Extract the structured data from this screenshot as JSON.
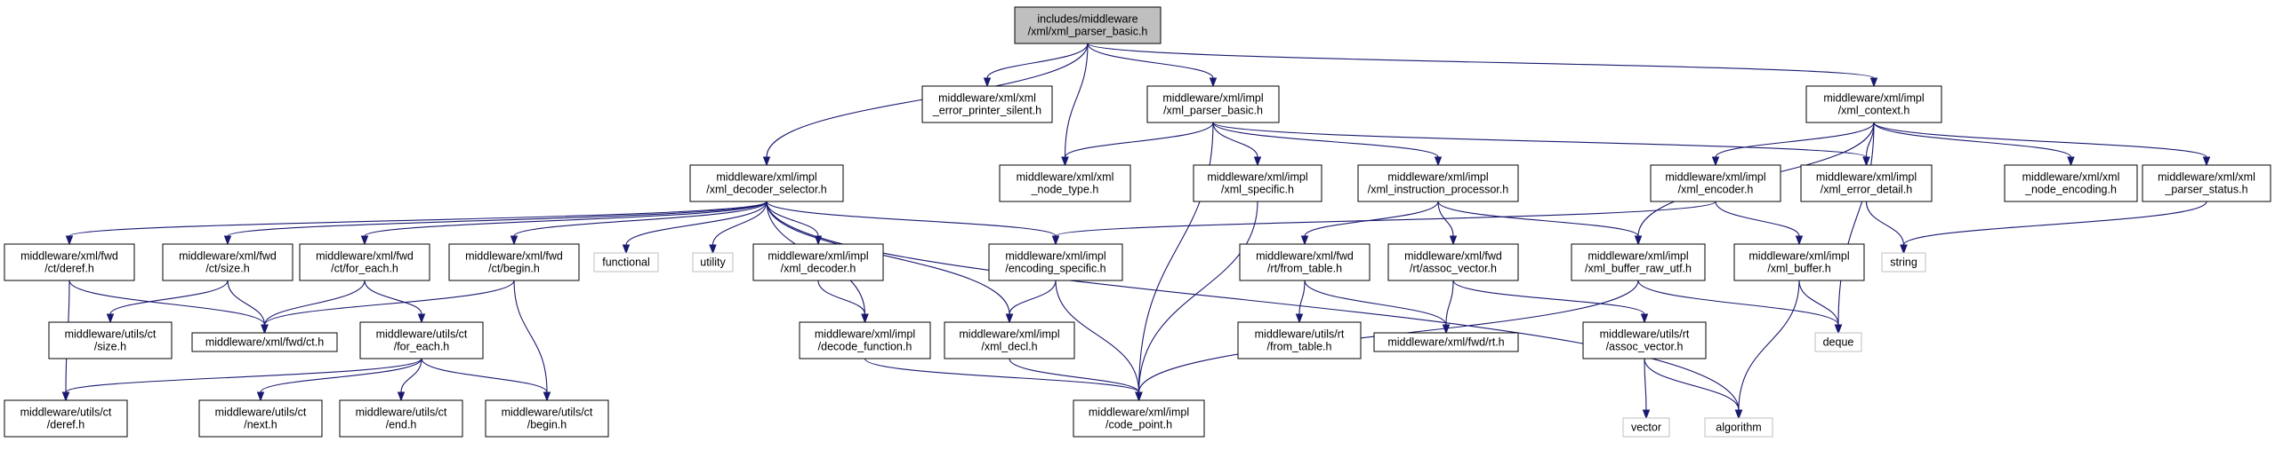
{
  "edge_color": "#191970",
  "root_fill": "#bfbfbf",
  "external_border": "#bfbfbf",
  "nodes": [
    {
      "id": "root",
      "lines": [
        "includes/middleware",
        "/xml/xml_parser_basic.h"
      ],
      "kind": "root"
    },
    {
      "id": "error_printer_silent",
      "lines": [
        "middleware/xml/xml",
        "_error_printer_silent.h"
      ],
      "kind": "normal"
    },
    {
      "id": "impl_parser_basic",
      "lines": [
        "middleware/xml/impl",
        "/xml_parser_basic.h"
      ],
      "kind": "normal"
    },
    {
      "id": "impl_context",
      "lines": [
        "middleware/xml/impl",
        "/xml_context.h"
      ],
      "kind": "normal"
    },
    {
      "id": "decoder_selector",
      "lines": [
        "middleware/xml/impl",
        "/xml_decoder_selector.h"
      ],
      "kind": "normal"
    },
    {
      "id": "node_type",
      "lines": [
        "middleware/xml/xml",
        "_node_type.h"
      ],
      "kind": "normal"
    },
    {
      "id": "xml_specific",
      "lines": [
        "middleware/xml/impl",
        "/xml_specific.h"
      ],
      "kind": "normal"
    },
    {
      "id": "instruction_processor",
      "lines": [
        "middleware/xml/impl",
        "/xml_instruction_processor.h"
      ],
      "kind": "normal"
    },
    {
      "id": "xml_encoder",
      "lines": [
        "middleware/xml/impl",
        "/xml_encoder.h"
      ],
      "kind": "normal"
    },
    {
      "id": "error_detail",
      "lines": [
        "middleware/xml/impl",
        "/xml_error_detail.h"
      ],
      "kind": "normal"
    },
    {
      "id": "node_encoding",
      "lines": [
        "middleware/xml/xml",
        "_node_encoding.h"
      ],
      "kind": "normal"
    },
    {
      "id": "parser_status",
      "lines": [
        "middleware/xml/xml",
        "_parser_status.h"
      ],
      "kind": "normal"
    },
    {
      "id": "fwd_deref",
      "lines": [
        "middleware/xml/fwd",
        "/ct/deref.h"
      ],
      "kind": "normal"
    },
    {
      "id": "fwd_size",
      "lines": [
        "middleware/xml/fwd",
        "/ct/size.h"
      ],
      "kind": "normal"
    },
    {
      "id": "fwd_for_each",
      "lines": [
        "middleware/xml/fwd",
        "/ct/for_each.h"
      ],
      "kind": "normal"
    },
    {
      "id": "fwd_begin",
      "lines": [
        "middleware/xml/fwd",
        "/ct/begin.h"
      ],
      "kind": "normal"
    },
    {
      "id": "functional",
      "lines": [
        "functional"
      ],
      "kind": "external"
    },
    {
      "id": "utility",
      "lines": [
        "utility"
      ],
      "kind": "external"
    },
    {
      "id": "xml_decoder",
      "lines": [
        "middleware/xml/impl",
        "/xml_decoder.h"
      ],
      "kind": "normal"
    },
    {
      "id": "encoding_specific",
      "lines": [
        "middleware/xml/impl",
        "/encoding_specific.h"
      ],
      "kind": "normal"
    },
    {
      "id": "fwd_from_table",
      "lines": [
        "middleware/xml/fwd",
        "/rt/from_table.h"
      ],
      "kind": "normal"
    },
    {
      "id": "fwd_assoc_vector",
      "lines": [
        "middleware/xml/fwd",
        "/rt/assoc_vector.h"
      ],
      "kind": "normal"
    },
    {
      "id": "buffer_raw_utf",
      "lines": [
        "middleware/xml/impl",
        "/xml_buffer_raw_utf.h"
      ],
      "kind": "normal"
    },
    {
      "id": "xml_buffer",
      "lines": [
        "middleware/xml/impl",
        "/xml_buffer.h"
      ],
      "kind": "normal"
    },
    {
      "id": "string",
      "lines": [
        "string"
      ],
      "kind": "external"
    },
    {
      "id": "utils_ct_size",
      "lines": [
        "middleware/utils/ct",
        "/size.h"
      ],
      "kind": "normal"
    },
    {
      "id": "fwd_ct",
      "lines": [
        "middleware/xml/fwd/ct.h"
      ],
      "kind": "normal"
    },
    {
      "id": "utils_ct_for_each",
      "lines": [
        "middleware/utils/ct",
        "/for_each.h"
      ],
      "kind": "normal"
    },
    {
      "id": "decode_function",
      "lines": [
        "middleware/xml/impl",
        "/decode_function.h"
      ],
      "kind": "normal"
    },
    {
      "id": "xml_decl",
      "lines": [
        "middleware/xml/impl",
        "/xml_decl.h"
      ],
      "kind": "normal"
    },
    {
      "id": "utils_rt_from_table",
      "lines": [
        "middleware/utils/rt",
        "/from_table.h"
      ],
      "kind": "normal"
    },
    {
      "id": "fwd_rt",
      "lines": [
        "middleware/xml/fwd/rt.h"
      ],
      "kind": "normal"
    },
    {
      "id": "utils_rt_assoc_vector",
      "lines": [
        "middleware/utils/rt",
        "/assoc_vector.h"
      ],
      "kind": "normal"
    },
    {
      "id": "deque",
      "lines": [
        "deque"
      ],
      "kind": "external"
    },
    {
      "id": "utils_ct_deref",
      "lines": [
        "middleware/utils/ct",
        "/deref.h"
      ],
      "kind": "normal"
    },
    {
      "id": "utils_ct_next",
      "lines": [
        "middleware/utils/ct",
        "/next.h"
      ],
      "kind": "normal"
    },
    {
      "id": "utils_ct_end",
      "lines": [
        "middleware/utils/ct",
        "/end.h"
      ],
      "kind": "normal"
    },
    {
      "id": "utils_ct_begin",
      "lines": [
        "middleware/utils/ct",
        "/begin.h"
      ],
      "kind": "normal"
    },
    {
      "id": "code_point",
      "lines": [
        "middleware/xml/impl",
        "/code_point.h"
      ],
      "kind": "normal"
    },
    {
      "id": "vector",
      "lines": [
        "vector"
      ],
      "kind": "external"
    },
    {
      "id": "algorithm",
      "lines": [
        "algorithm"
      ],
      "kind": "external"
    }
  ],
  "edges": [
    [
      "root",
      "decoder_selector"
    ],
    [
      "root",
      "error_printer_silent"
    ],
    [
      "root",
      "node_type"
    ],
    [
      "root",
      "impl_parser_basic"
    ],
    [
      "root",
      "impl_context"
    ],
    [
      "impl_parser_basic",
      "node_type"
    ],
    [
      "impl_parser_basic",
      "xml_specific"
    ],
    [
      "impl_parser_basic",
      "instruction_processor"
    ],
    [
      "impl_parser_basic",
      "error_detail"
    ],
    [
      "impl_parser_basic",
      "code_point"
    ],
    [
      "impl_context",
      "xml_encoder"
    ],
    [
      "impl_context",
      "error_detail"
    ],
    [
      "impl_context",
      "node_encoding"
    ],
    [
      "impl_context",
      "parser_status"
    ],
    [
      "impl_context",
      "buffer_raw_utf"
    ],
    [
      "impl_context",
      "deque"
    ],
    [
      "decoder_selector",
      "fwd_deref"
    ],
    [
      "decoder_selector",
      "fwd_size"
    ],
    [
      "decoder_selector",
      "fwd_for_each"
    ],
    [
      "decoder_selector",
      "fwd_begin"
    ],
    [
      "decoder_selector",
      "functional"
    ],
    [
      "decoder_selector",
      "utility"
    ],
    [
      "decoder_selector",
      "xml_decoder"
    ],
    [
      "decoder_selector",
      "encoding_specific"
    ],
    [
      "decoder_selector",
      "decode_function"
    ],
    [
      "decoder_selector",
      "xml_decl"
    ],
    [
      "decoder_selector",
      "algorithm"
    ],
    [
      "xml_specific",
      "code_point"
    ],
    [
      "instruction_processor",
      "fwd_from_table"
    ],
    [
      "instruction_processor",
      "fwd_assoc_vector"
    ],
    [
      "instruction_processor",
      "buffer_raw_utf"
    ],
    [
      "xml_encoder",
      "encoding_specific"
    ],
    [
      "xml_encoder",
      "xml_buffer"
    ],
    [
      "error_detail",
      "string"
    ],
    [
      "parser_status",
      "string"
    ],
    [
      "fwd_deref",
      "fwd_ct"
    ],
    [
      "fwd_deref",
      "utils_ct_deref"
    ],
    [
      "fwd_size",
      "utils_ct_size"
    ],
    [
      "fwd_size",
      "fwd_ct"
    ],
    [
      "fwd_for_each",
      "fwd_ct"
    ],
    [
      "fwd_for_each",
      "utils_ct_for_each"
    ],
    [
      "fwd_begin",
      "fwd_ct"
    ],
    [
      "fwd_begin",
      "utils_ct_begin"
    ],
    [
      "xml_decoder",
      "decode_function"
    ],
    [
      "encoding_specific",
      "xml_decl"
    ],
    [
      "encoding_specific",
      "code_point"
    ],
    [
      "fwd_from_table",
      "utils_rt_from_table"
    ],
    [
      "fwd_from_table",
      "fwd_rt"
    ],
    [
      "fwd_assoc_vector",
      "fwd_rt"
    ],
    [
      "fwd_assoc_vector",
      "utils_rt_assoc_vector"
    ],
    [
      "buffer_raw_utf",
      "deque"
    ],
    [
      "buffer_raw_utf",
      "code_point"
    ],
    [
      "xml_buffer",
      "deque"
    ],
    [
      "xml_buffer",
      "algorithm"
    ],
    [
      "utils_ct_for_each",
      "utils_ct_deref"
    ],
    [
      "utils_ct_for_each",
      "utils_ct_next"
    ],
    [
      "utils_ct_for_each",
      "utils_ct_end"
    ],
    [
      "utils_ct_for_each",
      "utils_ct_begin"
    ],
    [
      "decode_function",
      "code_point"
    ],
    [
      "xml_decl",
      "code_point"
    ],
    [
      "utils_rt_assoc_vector",
      "vector"
    ],
    [
      "utils_rt_assoc_vector",
      "algorithm"
    ]
  ]
}
